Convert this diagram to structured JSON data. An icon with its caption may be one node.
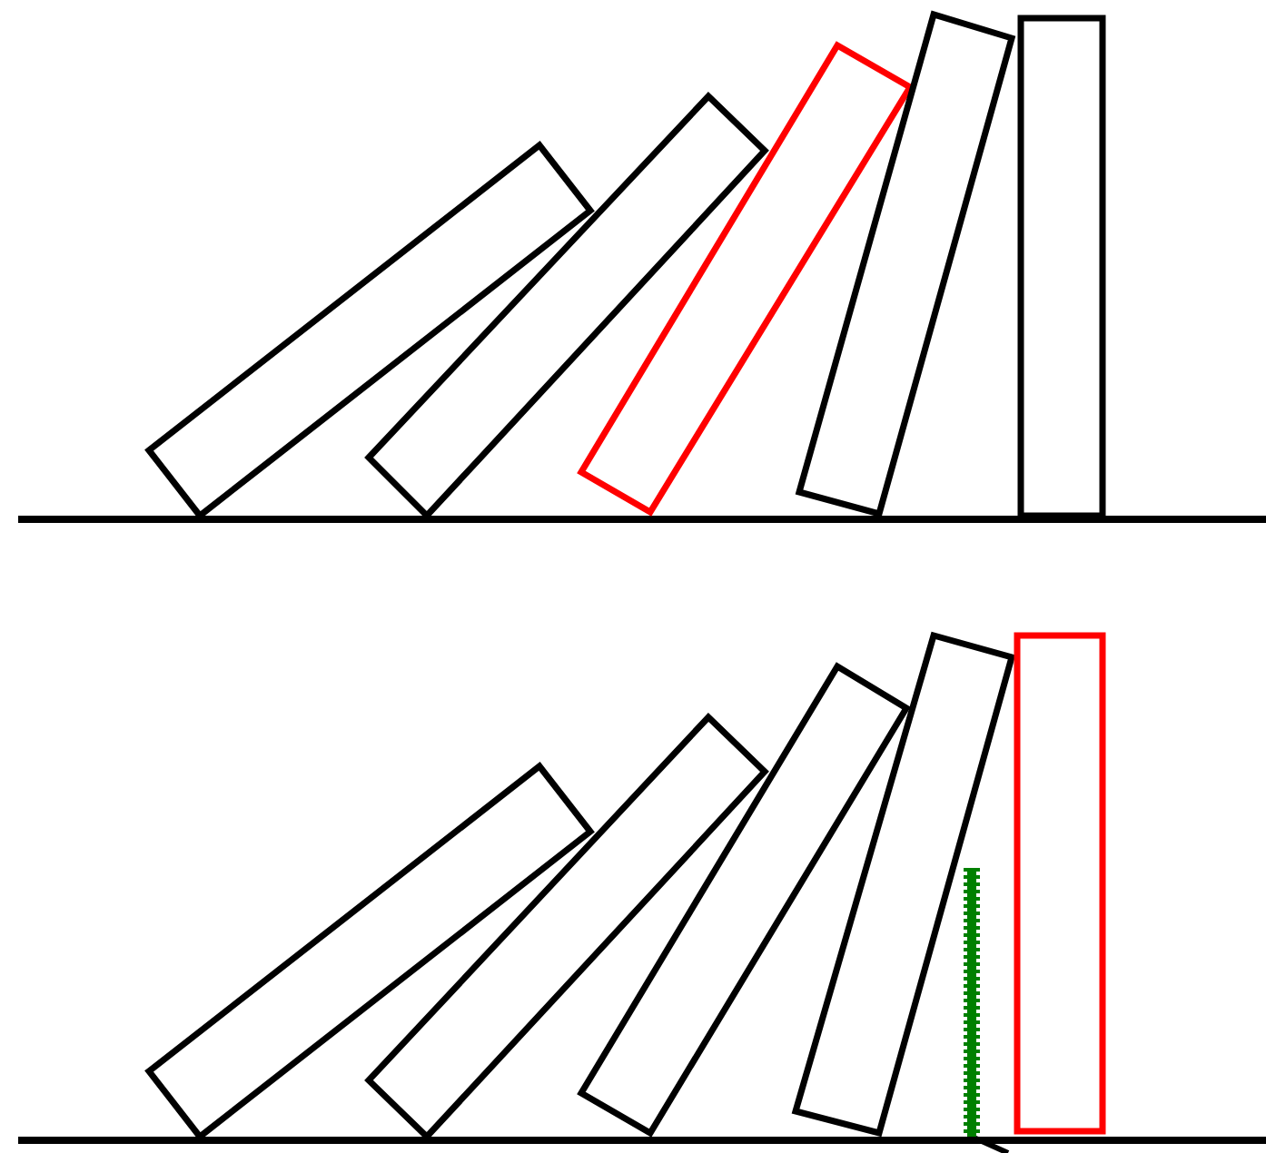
{
  "diagram": {
    "nodes": [
      {
        "text": [],
        "shape": "box"
      },
      {
        "text": [],
        "shape": "box"
      },
      {
        "text": [],
        "shape": "box"
      },
      {
        "text": [],
        "shape": "box"
      },
      {
        "text": [],
        "shape": "box"
      },
      {
        "text": [],
        "shape": "box"
      },
      {
        "text": [],
        "shape": "box"
      },
      {
        "text": [],
        "shape": "box"
      },
      {
        "text": [],
        "shape": "box"
      },
      {
        "text": [],
        "shape": "bar"
      },
      {
        "text": [],
        "shape": "box"
      }
    ]
  }
}
